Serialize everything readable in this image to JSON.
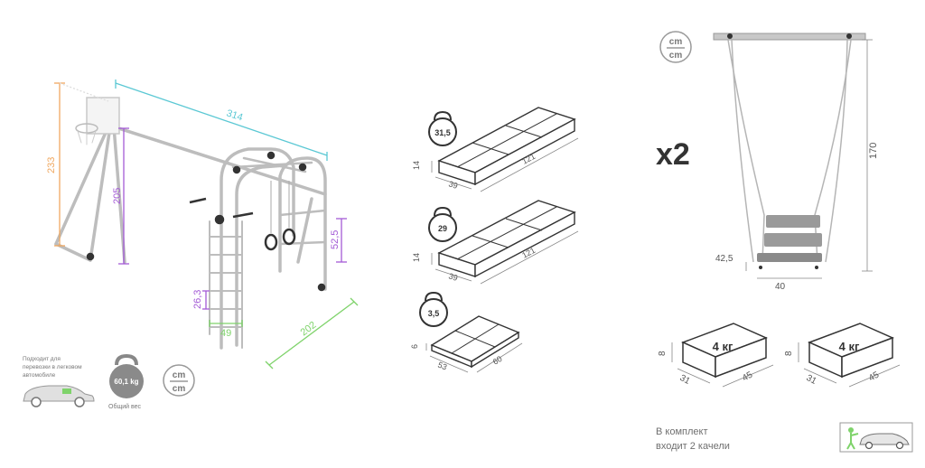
{
  "colors": {
    "line": "#bdbdbd",
    "dark": "#333333",
    "cyan": "#5bc8d4",
    "orange": "#f0a860",
    "purple": "#a45bd6",
    "green": "#7fd36b",
    "grey_text": "#6f6f6f"
  },
  "frame_diagram": {
    "dim_width": "314",
    "dim_total_height": "233",
    "dim_post_height": "205",
    "dim_ring_height": "52,5",
    "dim_ladder_step": "26,3",
    "dim_ladder_width": "49",
    "dim_depth": "202"
  },
  "transport": {
    "note": "Подходит для перевозки в легковом автомобиле",
    "weight_value": "60,1 kg",
    "weight_caption": "Общий вес",
    "car_icon": "car-icon"
  },
  "units": {
    "top": "cm",
    "bottom": "cm"
  },
  "packages": [
    {
      "weight": "31,5",
      "height": "14",
      "width": "39",
      "length": "121"
    },
    {
      "weight": "29",
      "height": "14",
      "width": "39",
      "length": "121"
    },
    {
      "weight": "3,5",
      "height": "6",
      "width": "53",
      "length": "60"
    }
  ],
  "swing": {
    "multiplier": "x2",
    "height": "170",
    "seat_depth": "42,5",
    "seat_width": "40"
  },
  "swing_boxes": [
    {
      "weight": "4 кг",
      "height": "8",
      "width": "31",
      "length": "45"
    },
    {
      "weight": "4 кг",
      "height": "8",
      "width": "31",
      "length": "45"
    }
  ],
  "footer": {
    "line1": "В комплект",
    "line2": "входит 2 качели",
    "loading_icon": "car-loading-icon"
  }
}
